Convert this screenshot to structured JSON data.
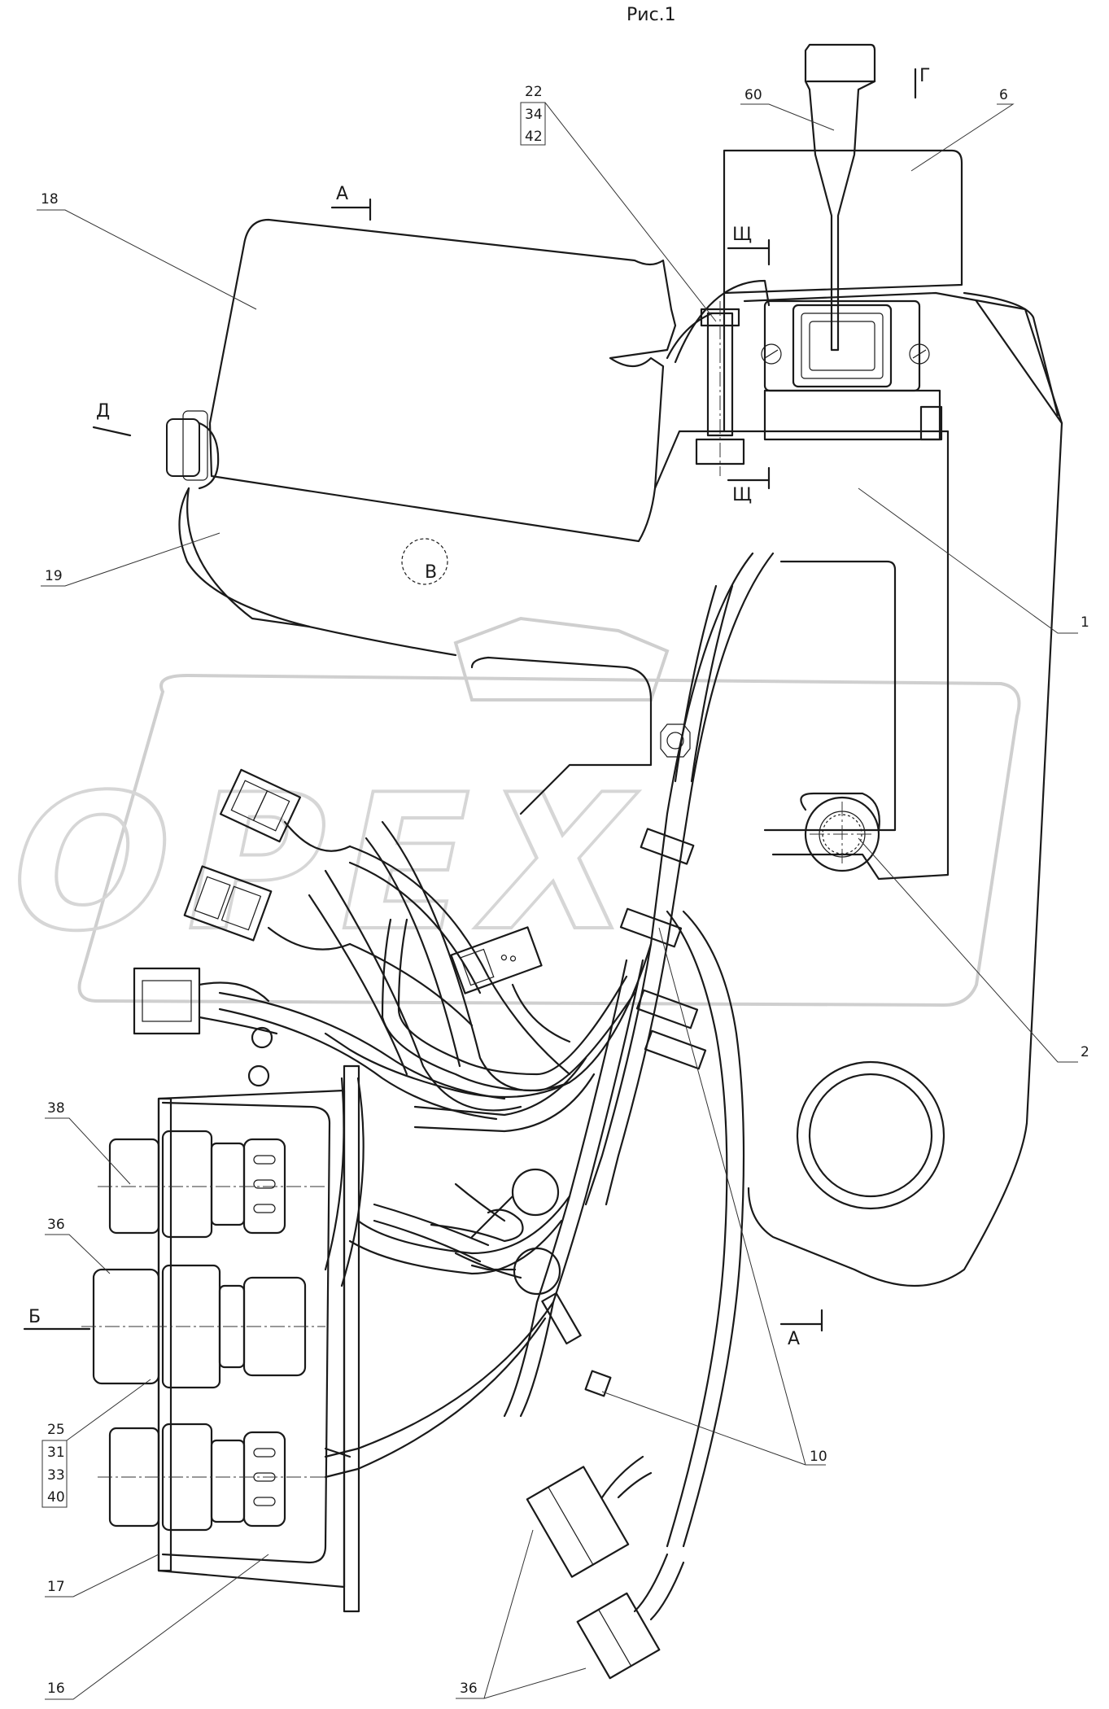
{
  "title": "Рис.1",
  "watermark": "OPEX",
  "section_marks": {
    "A": "А",
    "B": "Б",
    "V": "В",
    "G": "Г",
    "D": "Д",
    "Shch": "Щ"
  },
  "callouts": {
    "c1": "1",
    "c2": "2",
    "c6": "6",
    "c10": "10",
    "c16": "16",
    "c17": "17",
    "c18": "18",
    "c19": "19",
    "c38": "38",
    "c36a": "36",
    "c36b": "36",
    "c60": "60",
    "stack_top": [
      "22",
      "34",
      "42"
    ],
    "stack_left": [
      "25",
      "31",
      "33",
      "40"
    ]
  }
}
